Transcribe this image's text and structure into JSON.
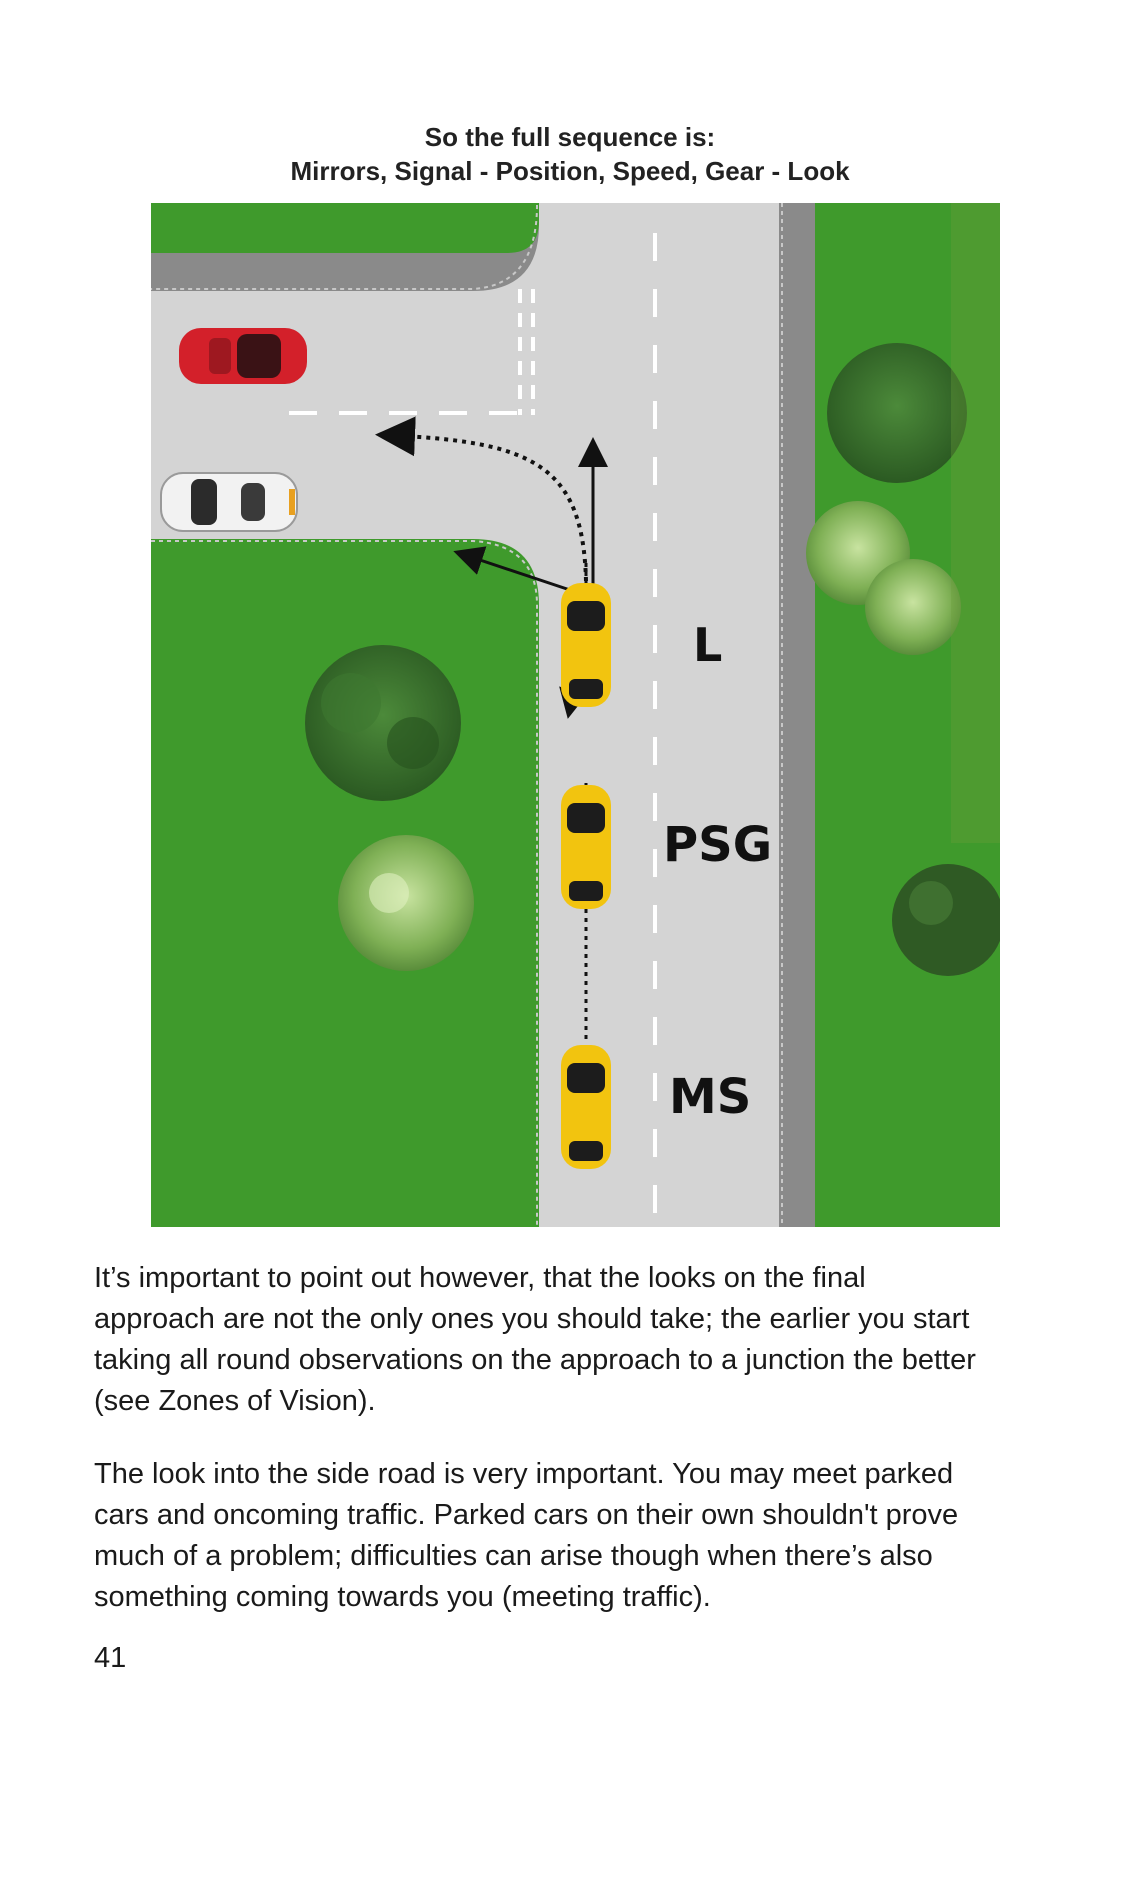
{
  "heading": {
    "line1": "So the full sequence is:",
    "line2": "Mirrors, Signal - Position, Speed, Gear - Look"
  },
  "diagram": {
    "labels": {
      "look": "L",
      "position_speed_gear": "PSG",
      "mirrors_signal": "MS"
    },
    "colors": {
      "grass": "#3f9a2c",
      "road": "#d4d4d4",
      "kerb": "#8a8a8a",
      "learner_car": "#f2c40f",
      "parked_red_car": "#d3202a",
      "parked_white_car": "#f2f2f2"
    }
  },
  "paragraphs": [
    {
      "lines": [
        "It’s important to point out however, that the looks on the final",
        "approach are not the only ones you should take; the earlier you start",
        "taking all round observations on the approach to a junction the better",
        "(see Zones of Vision)."
      ]
    },
    {
      "lines": [
        "The look into the side road is very important. You may meet parked",
        "cars and oncoming traffic. Parked cars on their own shouldn't prove",
        "much of a problem; difficulties can arise though when there’s also",
        "something coming towards you (meeting traffic)."
      ]
    }
  ],
  "page_number": "41"
}
